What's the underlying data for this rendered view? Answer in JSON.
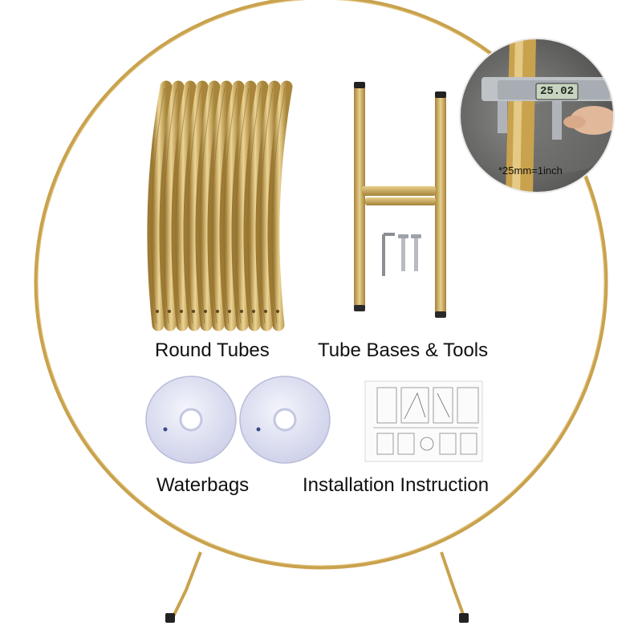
{
  "labels": {
    "round_tubes": "Round Tubes",
    "tube_bases_tools": "Tube Bases &  Tools",
    "waterbags": "Waterbags",
    "installation_instruction": "Installation Instruction"
  },
  "measurement": {
    "caliper_reading": "25.02",
    "note": "*25mm=1inch"
  },
  "colors": {
    "gold": "#c9a24e",
    "gold_light": "#e6cd86",
    "gold_dark": "#9c7a33",
    "waterbag": "#e6e8f6",
    "background": "#ffffff"
  }
}
